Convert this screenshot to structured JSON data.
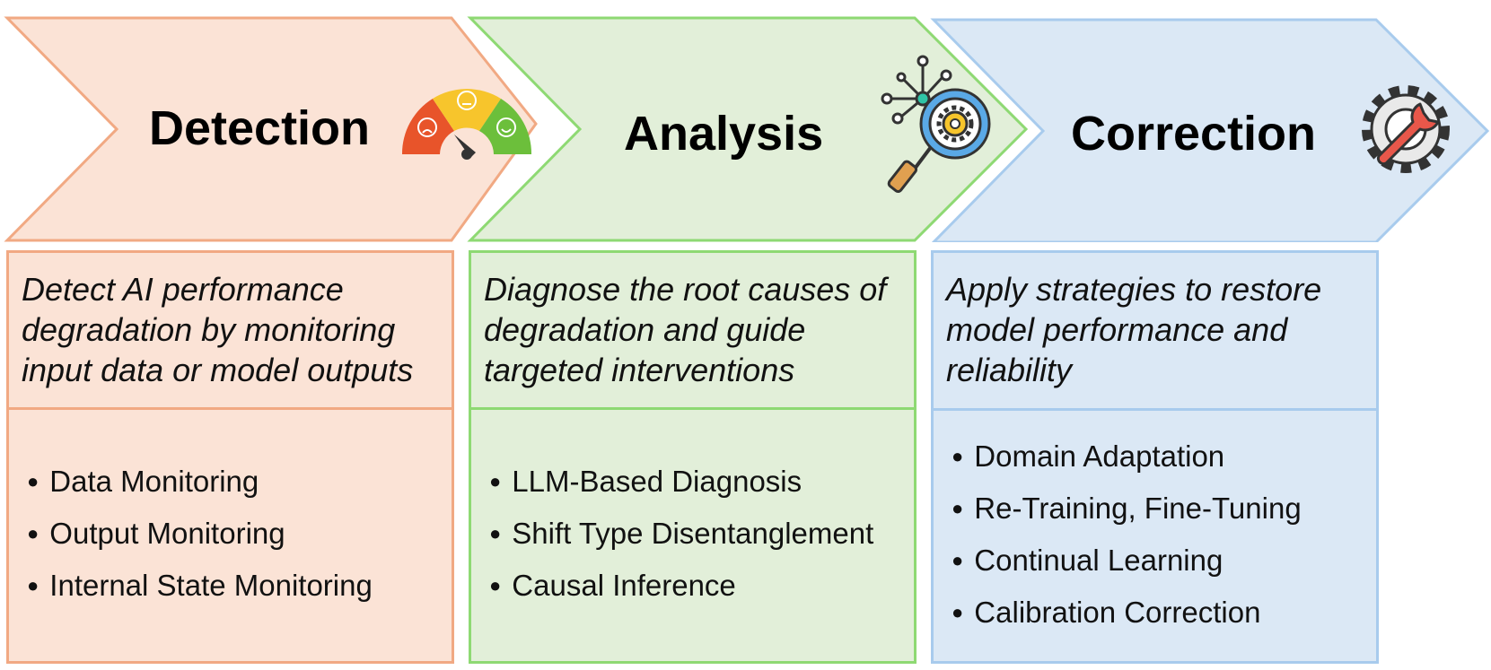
{
  "stages": [
    {
      "title": "Detection",
      "icon": "gauge-icon",
      "description": "Detect AI performance degradation by monitoring input data or model outputs",
      "items": [
        "Data Monitoring",
        "Output Monitoring",
        "Internal State Monitoring"
      ],
      "fill": "#fbe3d6",
      "stroke": "#f1a983"
    },
    {
      "title": "Analysis",
      "icon": "magnifier-network-icon",
      "description": "Diagnose the root causes of degradation and guide targeted interventions",
      "items": [
        "LLM-Based Diagnosis",
        "Shift Type Disentanglement",
        "Causal Inference"
      ],
      "fill": "#e2efd9",
      "stroke": "#8ed973"
    },
    {
      "title": "Correction",
      "icon": "gear-wrench-icon",
      "description": "Apply strategies to restore model performance and reliability",
      "items": [
        "Domain Adaptation",
        "Re-Training, Fine-Tuning",
        "Continual Learning",
        "Calibration Correction"
      ],
      "fill": "#dbe8f5",
      "stroke": "#a8cbed"
    }
  ]
}
